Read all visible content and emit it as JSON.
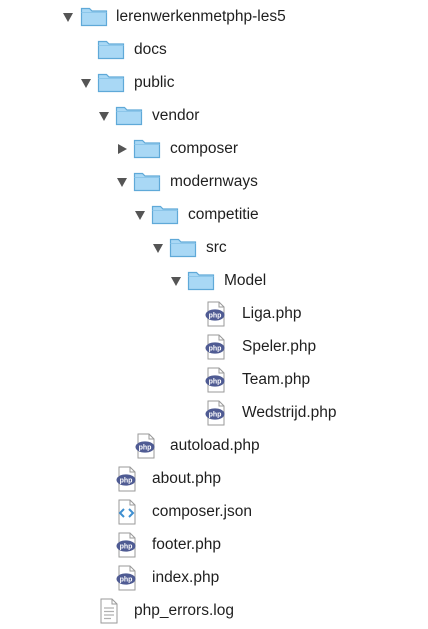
{
  "tree": {
    "root": {
      "label": "lerenwerkenmetphp-les5",
      "icon": "folder-icon",
      "expanded": true
    },
    "docs": {
      "label": "docs",
      "icon": "folder-icon"
    },
    "public": {
      "label": "public",
      "icon": "folder-icon",
      "expanded": true
    },
    "vendor": {
      "label": "vendor",
      "icon": "folder-icon",
      "expanded": true
    },
    "composer_dir": {
      "label": "composer",
      "icon": "folder-icon",
      "expanded": false
    },
    "modernways": {
      "label": "modernways",
      "icon": "folder-icon",
      "expanded": true
    },
    "competitie": {
      "label": "competitie",
      "icon": "folder-icon",
      "expanded": true
    },
    "src": {
      "label": "src",
      "icon": "folder-icon",
      "expanded": true
    },
    "model": {
      "label": "Model",
      "icon": "folder-icon",
      "expanded": true
    },
    "liga": {
      "label": "Liga.php",
      "icon": "php-file-icon"
    },
    "speler": {
      "label": "Speler.php",
      "icon": "php-file-icon"
    },
    "team": {
      "label": "Team.php",
      "icon": "php-file-icon"
    },
    "wedstrijd": {
      "label": "Wedstrijd.php",
      "icon": "php-file-icon"
    },
    "autoload": {
      "label": "autoload.php",
      "icon": "php-file-icon"
    },
    "about": {
      "label": "about.php",
      "icon": "php-file-icon"
    },
    "composer_json": {
      "label": "composer.json",
      "icon": "json-file-icon"
    },
    "footer": {
      "label": "footer.php",
      "icon": "php-file-icon"
    },
    "index": {
      "label": "index.php",
      "icon": "php-file-icon"
    },
    "errors_log": {
      "label": "php_errors.log",
      "icon": "text-file-icon"
    }
  },
  "colors": {
    "folder": "#a9d8f5",
    "folder_border": "#5fa9d8",
    "php_badge": "#4f5b93",
    "json_brackets": "#3f8fd0",
    "arrow": "#555555"
  }
}
